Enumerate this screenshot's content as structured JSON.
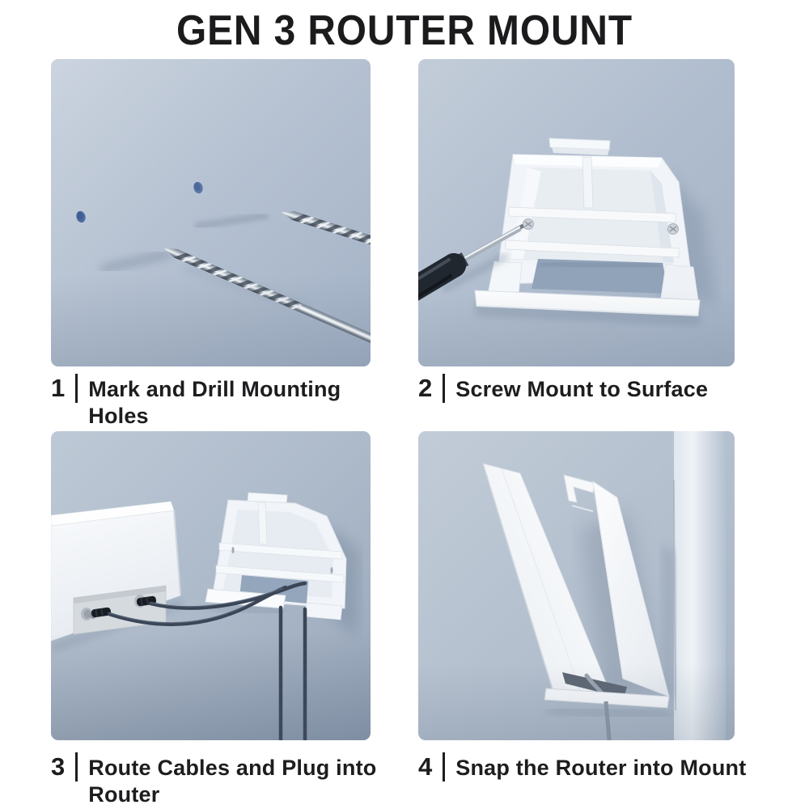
{
  "title": "GEN 3 ROUTER MOUNT",
  "steps": [
    {
      "number": "1",
      "caption": "Mark and Drill Mounting Holes",
      "lines": [
        "Mark and Drill Mounting",
        "Holes"
      ],
      "scene": "Two twist drill bits drilling two mounting holes into a blue wall"
    },
    {
      "number": "2",
      "caption": "Screw Mount to Surface",
      "lines": [
        "Screw Mount to Surface"
      ],
      "scene": "Screwdriver fastening the white router wall mount to the wall with screws"
    },
    {
      "number": "3",
      "caption": "Route Cables and Plug into Router",
      "lines": [
        "Route Cables and Plug into",
        "Router"
      ],
      "scene": "Cables routed from the wall mount and plugged into the rear ports of the router"
    },
    {
      "number": "4",
      "caption": "Snap the Router into Mount",
      "lines": [
        "Snap the Router into Mount"
      ],
      "scene": "Router tilted outward being snapped into the wall-mounted bracket, cable hanging below"
    }
  ],
  "colors": {
    "background": "#ffffff",
    "text": "#1d1d1f",
    "wall_blue": "#b7c3d2",
    "mount_white": "#f7f9fb",
    "cable_dark": "#3a4555",
    "hole_blue": "#51709f"
  }
}
